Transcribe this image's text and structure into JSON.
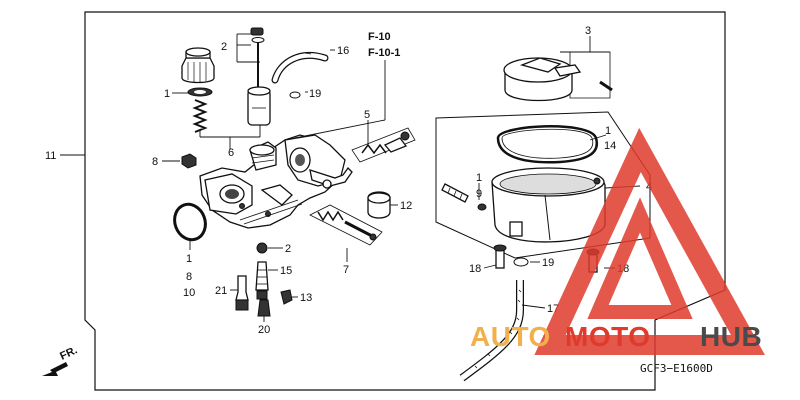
{
  "diagram": {
    "labels": {
      "p1_a": "1",
      "p1_b": "1",
      "p1_c": "1",
      "p1_d": "1",
      "p2_a": "2",
      "p2_b": "2",
      "p3": "3",
      "p4": "4",
      "p5": "5",
      "p6": "6",
      "p7": "7",
      "p8_a": "8",
      "p8_b": "8",
      "p9": "9",
      "p10": "10",
      "p11": "11",
      "p12": "12",
      "p13": "13",
      "p14": "14",
      "p15": "15",
      "p16": "16",
      "p17": "17",
      "p18_a": "18",
      "p18_b": "18",
      "p19_a": "19",
      "p19_b": "19",
      "p20": "20",
      "p21": "21"
    },
    "refs": {
      "r1": "F-10",
      "r2": "F-10-1"
    },
    "direction": "FR.",
    "code": "GCF3−E1600D"
  },
  "watermark": {
    "part1": "AUTO",
    "part2": "MOTO",
    "part3": "HUB",
    "colors": {
      "auto": "#f2b04a",
      "moto": "#e03a2c",
      "hub": "#4a4a4a"
    }
  }
}
